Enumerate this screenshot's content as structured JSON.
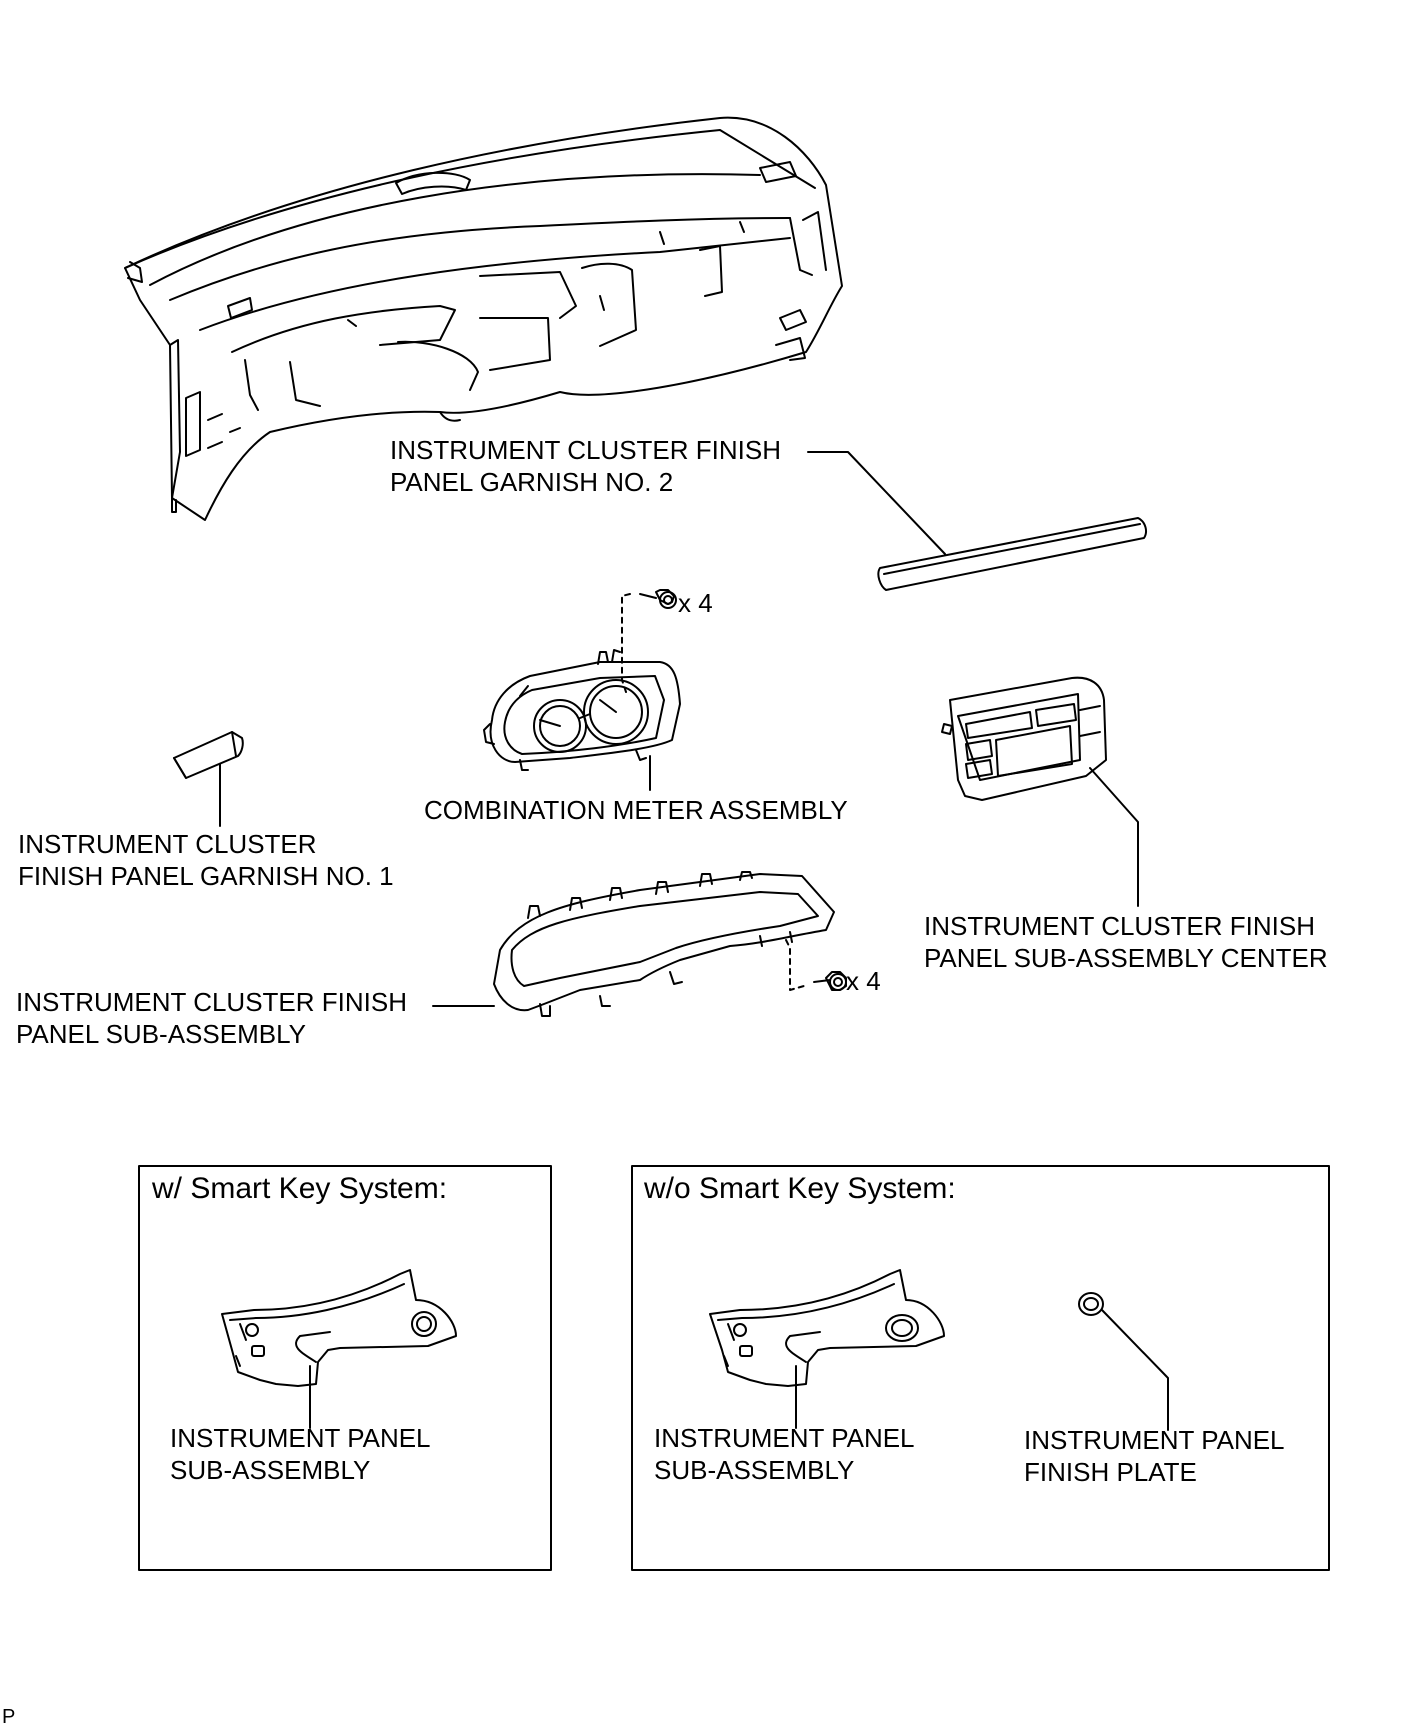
{
  "labels": {
    "garnish_no2": [
      "INSTRUMENT CLUSTER FINISH",
      "PANEL GARNISH NO. 2"
    ],
    "combination_meter": [
      "COMBINATION METER ASSEMBLY"
    ],
    "garnish_no1": [
      "INSTRUMENT CLUSTER",
      "FINISH PANEL GARNISH NO. 1"
    ],
    "center_panel": [
      "INSTRUMENT CLUSTER FINISH",
      "PANEL SUB-ASSEMBLY CENTER"
    ],
    "finish_panel": [
      "INSTRUMENT CLUSTER FINISH",
      "PANEL SUB-ASSEMBLY"
    ]
  },
  "screw_qty": {
    "meter": "x 4",
    "finish_panel": "x 4"
  },
  "boxes": {
    "with_smart_key": {
      "title": "w/ Smart Key System:",
      "panel_label": [
        "INSTRUMENT PANEL",
        "SUB-ASSEMBLY"
      ]
    },
    "without_smart_key": {
      "title": "w/o Smart Key System:",
      "panel_label": [
        "INSTRUMENT PANEL",
        "SUB-ASSEMBLY"
      ],
      "plate_label": [
        "INSTRUMENT PANEL",
        "FINISH PLATE"
      ]
    }
  },
  "ref_code": "P",
  "colors": {
    "line": "#000000",
    "background": "#ffffff"
  }
}
